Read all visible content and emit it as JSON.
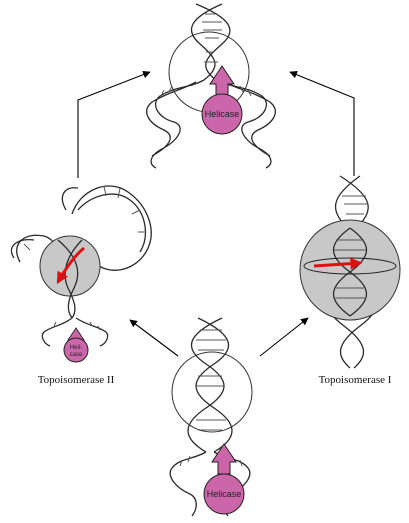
{
  "labels": {
    "helicase_top": "Helicase",
    "helicase_bottom": "Helicase",
    "helicase_left_line1": "Heli-",
    "helicase_left_line2": "case",
    "topo_left": "Topoisomerase II",
    "topo_right": "Topoisomerase I"
  },
  "colors": {
    "helicase": "#cc66aa",
    "helicase_stroke": "#222222",
    "enzyme_sphere": "#c8c8c8",
    "rotation_arrow": "#dd1111",
    "dna_strand": "#f4f4f4",
    "dna_outline": "#2a2a2a"
  }
}
